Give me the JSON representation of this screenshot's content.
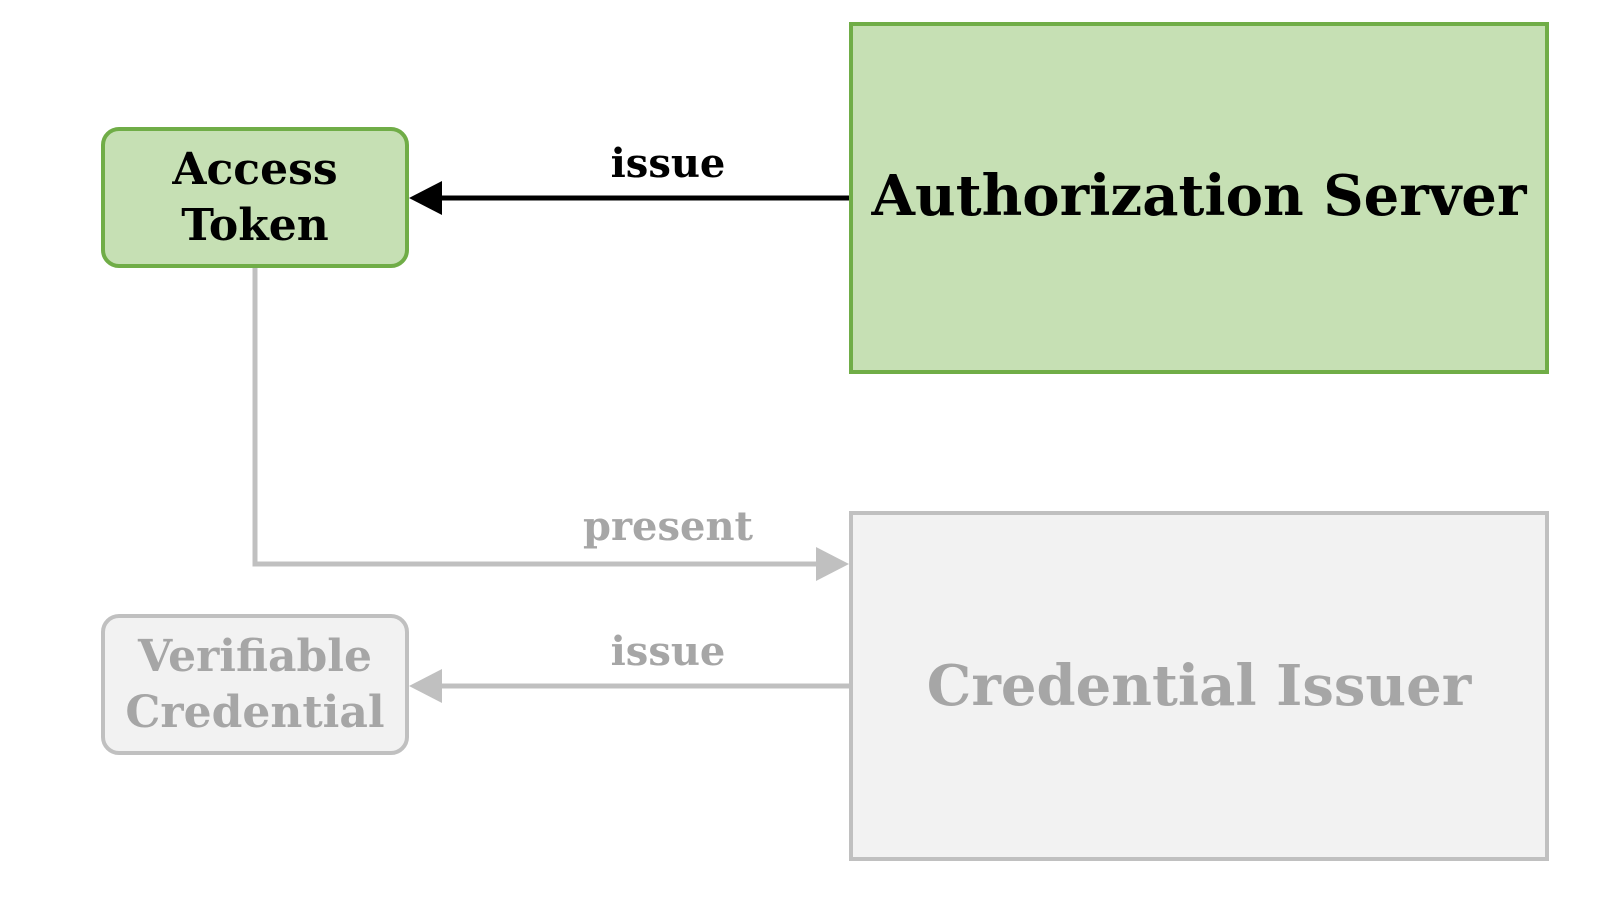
{
  "nodes": {
    "access_token": {
      "line1": "Access",
      "line2": "Token"
    },
    "verifiable_credential": {
      "line1": "Verifiable",
      "line2": "Credential"
    },
    "authorization_server": {
      "label": "Authorization Server"
    },
    "credential_issuer": {
      "label": "Credential Issuer"
    }
  },
  "edges": {
    "issue_token": {
      "label": "issue"
    },
    "present": {
      "label": "present"
    },
    "issue_credential": {
      "label": "issue"
    }
  },
  "colors": {
    "active_fill": "#c6e0b4",
    "active_border": "#70ad47",
    "muted_fill": "#f2f2f2",
    "muted_border": "#c0c0c0",
    "muted_text": "#a6a6a6",
    "arrow_active": "#000000"
  }
}
